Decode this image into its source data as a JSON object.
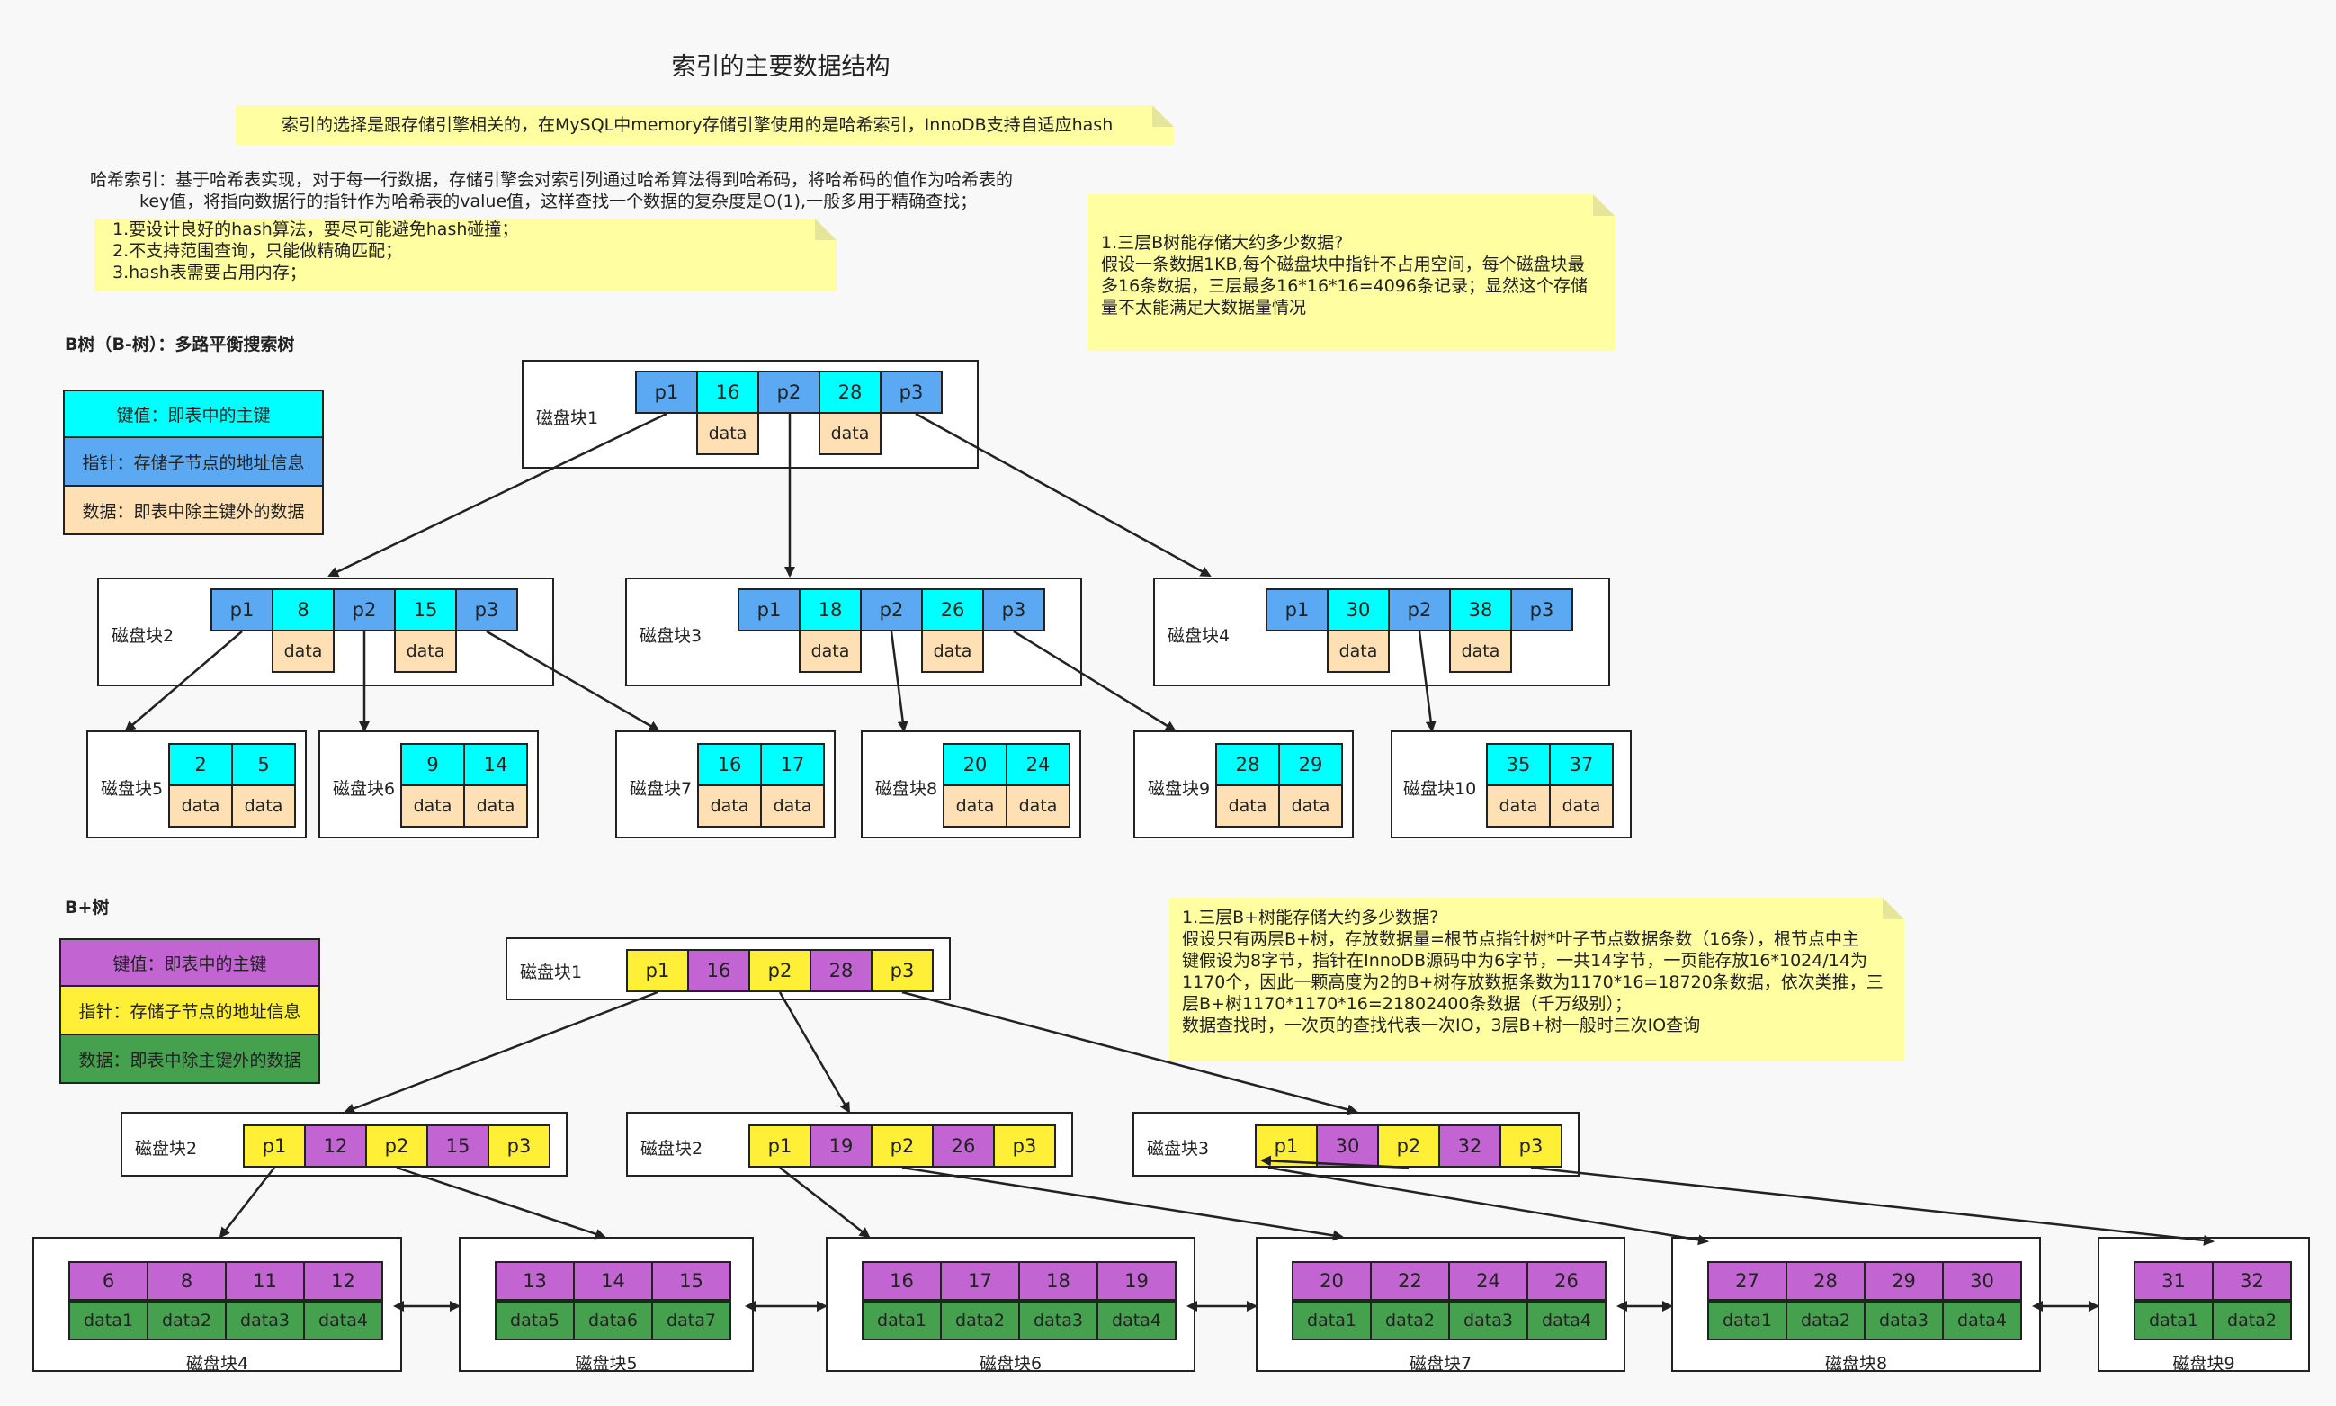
{
  "title": "索引的主要数据结构",
  "note_top": "索引的选择是跟存储引擎相关的，在MySQL中memory存储引擎使用的是哈希索引，InnoDB支持自适应hash",
  "hash_text": [
    "哈希索引：基于哈希表实现，对于每一行数据，存储引擎会对索引列通过哈希算法得到哈希码，将哈希码的值作为哈希表的",
    "key值，将指向数据行的指针作为哈希表的value值，这样查找一个数据的复杂度是O(1),一般多用于精确查找；"
  ],
  "hash_note": [
    "1.要设计良好的hash算法，要尽可能避免hash碰撞；",
    "2.不支持范围查询，只能做精确匹配；",
    "3.hash表需要占用内存；"
  ],
  "btree_note": [
    "1.三层B树能存储大约多少数据?",
    "假设一条数据1KB,每个磁盘块中指针不占用空间，每个磁盘块最",
    "多16条数据，三层最多16*16*16=4096条记录；显然这个存储",
    "量不太能满足大数据量情况"
  ],
  "bplus_note": [
    "1.三层B+树能存储大约多少数据?",
    "假设只有两层B+树，存放数据量=根节点指针树*叶子节点数据条数（16条），根节点中主",
    "键假设为8字节，指针在InnoDB源码中为6字节，一共14字节，一页能存放16*1024/14为",
    "1170个，因此一颗高度为2的B+树存放数据条数为1170*16=18720条数据，依次类推，三",
    "层B+树1170*1170*16=21802400条数据（千万级别）；",
    "数据查找时，一次页的查找代表一次IO，3层B+树一般时三次IO查询"
  ],
  "btree_heading": "B树（B-树）：多路平衡搜索树",
  "bplus_heading": "B+树",
  "btree_legend": [
    "键值：即表中的主键",
    "指针：存储子节点的地址信息",
    "数据：即表中除主键外的数据"
  ],
  "bplus_legend": [
    "键值：即表中的主键",
    "指针：存储子节点的地址信息",
    "数据：即表中除主键外的数据"
  ],
  "colors": {
    "key_cyan": "#00ffff",
    "ptr_blue": "#5ba9f2",
    "data_peach": "#ffe0b4",
    "key_purple": "#c264d2",
    "ptr_yellow": "#ffef37",
    "data_green": "#46a14f",
    "note_yellow": "#ffffa2"
  },
  "btree": {
    "root": {
      "label": "磁盘块1",
      "cells": [
        "p1",
        "16",
        "p2",
        "28",
        "p3"
      ],
      "data": [
        "data",
        "data"
      ]
    },
    "mid": [
      {
        "label": "磁盘块2",
        "cells": [
          "p1",
          "8",
          "p2",
          "15",
          "p3"
        ],
        "data": [
          "data",
          "data"
        ]
      },
      {
        "label": "磁盘块3",
        "cells": [
          "p1",
          "18",
          "p2",
          "26",
          "p3"
        ],
        "data": [
          "data",
          "data"
        ]
      },
      {
        "label": "磁盘块4",
        "cells": [
          "p1",
          "30",
          "p2",
          "38",
          "p3"
        ],
        "data": [
          "data",
          "data"
        ]
      }
    ],
    "leaves": [
      {
        "label": "磁盘块5",
        "keys": [
          "2",
          "5"
        ],
        "data": [
          "data",
          "data"
        ]
      },
      {
        "label": "磁盘块6",
        "keys": [
          "9",
          "14"
        ],
        "data": [
          "data",
          "data"
        ]
      },
      {
        "label": "磁盘块7",
        "keys": [
          "16",
          "17"
        ],
        "data": [
          "data",
          "data"
        ]
      },
      {
        "label": "磁盘块8",
        "keys": [
          "20",
          "24"
        ],
        "data": [
          "data",
          "data"
        ]
      },
      {
        "label": "磁盘块9",
        "keys": [
          "28",
          "29"
        ],
        "data": [
          "data",
          "data"
        ]
      },
      {
        "label": "磁盘块10",
        "keys": [
          "35",
          "37"
        ],
        "data": [
          "data",
          "data"
        ]
      }
    ]
  },
  "bplus": {
    "root": {
      "label": "磁盘块1",
      "cells": [
        "p1",
        "16",
        "p2",
        "28",
        "p3"
      ]
    },
    "mid": [
      {
        "label": "磁盘块2",
        "cells": [
          "p1",
          "12",
          "p2",
          "15",
          "p3"
        ]
      },
      {
        "label": "磁盘块2",
        "cells": [
          "p1",
          "19",
          "p2",
          "26",
          "p3"
        ]
      },
      {
        "label": "磁盘块3",
        "cells": [
          "p1",
          "30",
          "p2",
          "32",
          "p3"
        ]
      }
    ],
    "leaves": [
      {
        "label": "磁盘块4",
        "keys": [
          "6",
          "8",
          "11",
          "12"
        ],
        "data": [
          "data1",
          "data2",
          "data3",
          "data4"
        ]
      },
      {
        "label": "磁盘块5",
        "keys": [
          "13",
          "14",
          "15"
        ],
        "data": [
          "data5",
          "data6",
          "data7"
        ]
      },
      {
        "label": "磁盘块6",
        "keys": [
          "16",
          "17",
          "18",
          "19"
        ],
        "data": [
          "data1",
          "data2",
          "data3",
          "data4"
        ]
      },
      {
        "label": "磁盘块7",
        "keys": [
          "20",
          "22",
          "24",
          "26"
        ],
        "data": [
          "data1",
          "data2",
          "data3",
          "data4"
        ]
      },
      {
        "label": "磁盘块8",
        "keys": [
          "27",
          "28",
          "29",
          "30"
        ],
        "data": [
          "data1",
          "data2",
          "data3",
          "data4"
        ]
      },
      {
        "label": "磁盘块9",
        "keys": [
          "31",
          "32"
        ],
        "data": [
          "data1",
          "data2"
        ]
      }
    ]
  }
}
